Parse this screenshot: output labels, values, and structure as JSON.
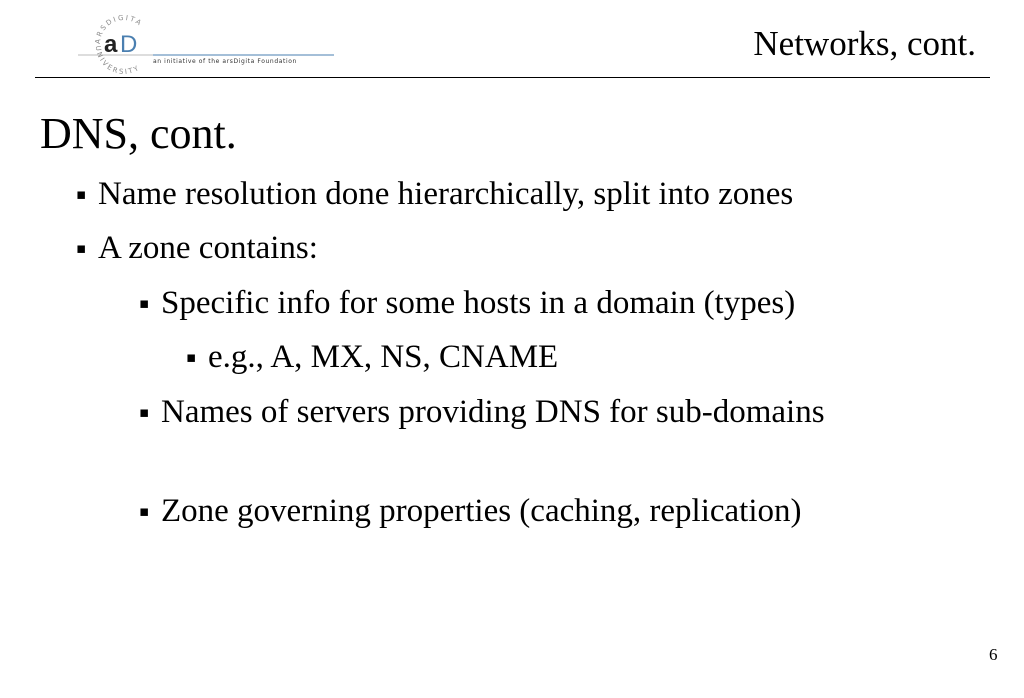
{
  "logo": {
    "arc_top": "ARSDIGITA",
    "arc_bottom": "UNIVERSITY",
    "mark_a": "a",
    "mark_d": "D",
    "tagline": "an initiative of the arsDigita Foundation"
  },
  "header": {
    "title": "Networks, cont."
  },
  "slide": {
    "title": "DNS, cont.",
    "bullet_marker": "▪",
    "bullets": [
      {
        "text": "Name resolution done hierarchically, split into zones"
      },
      {
        "text": "A zone contains:"
      },
      {
        "text": "Specific info for some hosts in a domain (types)"
      },
      {
        "text": "e.g., A, MX, NS, CNAME"
      },
      {
        "text": "Names of servers providing DNS for sub-domains"
      },
      {
        "text": "Zone governing properties (caching, replication)"
      }
    ]
  },
  "footer": {
    "page_number": "6"
  },
  "colors": {
    "logo_gray": "#8a8a8a",
    "logo_blue": "#4a7fb0",
    "logo_dark": "#222222",
    "text": "#000000"
  }
}
